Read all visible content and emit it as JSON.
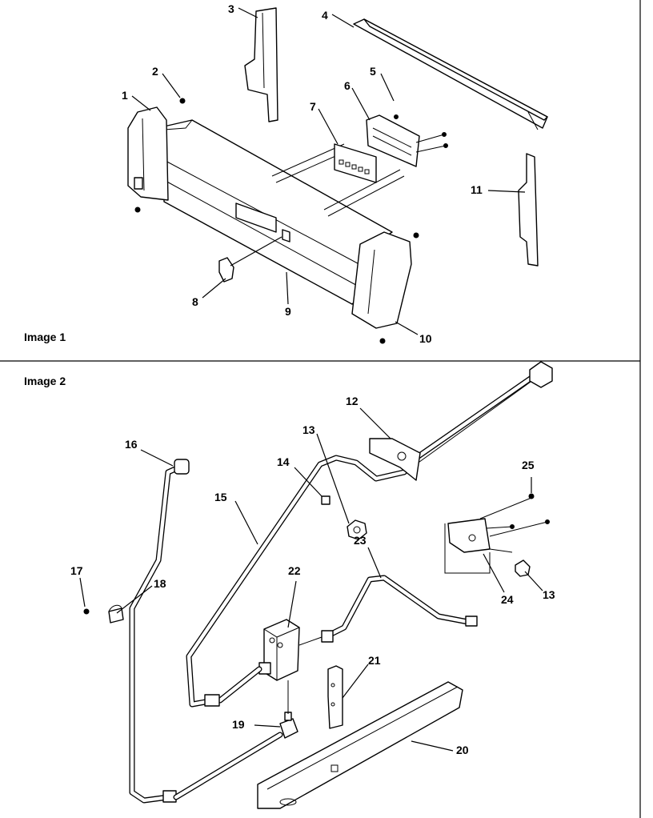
{
  "image1": {
    "caption": "Image 1",
    "labels": [
      "1",
      "2",
      "3",
      "4",
      "5",
      "6",
      "7",
      "8",
      "9",
      "10",
      "11"
    ]
  },
  "image2": {
    "caption": "Image 2",
    "labels": [
      "12",
      "13",
      "14",
      "15",
      "16",
      "17",
      "18",
      "19",
      "20",
      "21",
      "22",
      "23",
      "24",
      "13",
      "25"
    ]
  }
}
